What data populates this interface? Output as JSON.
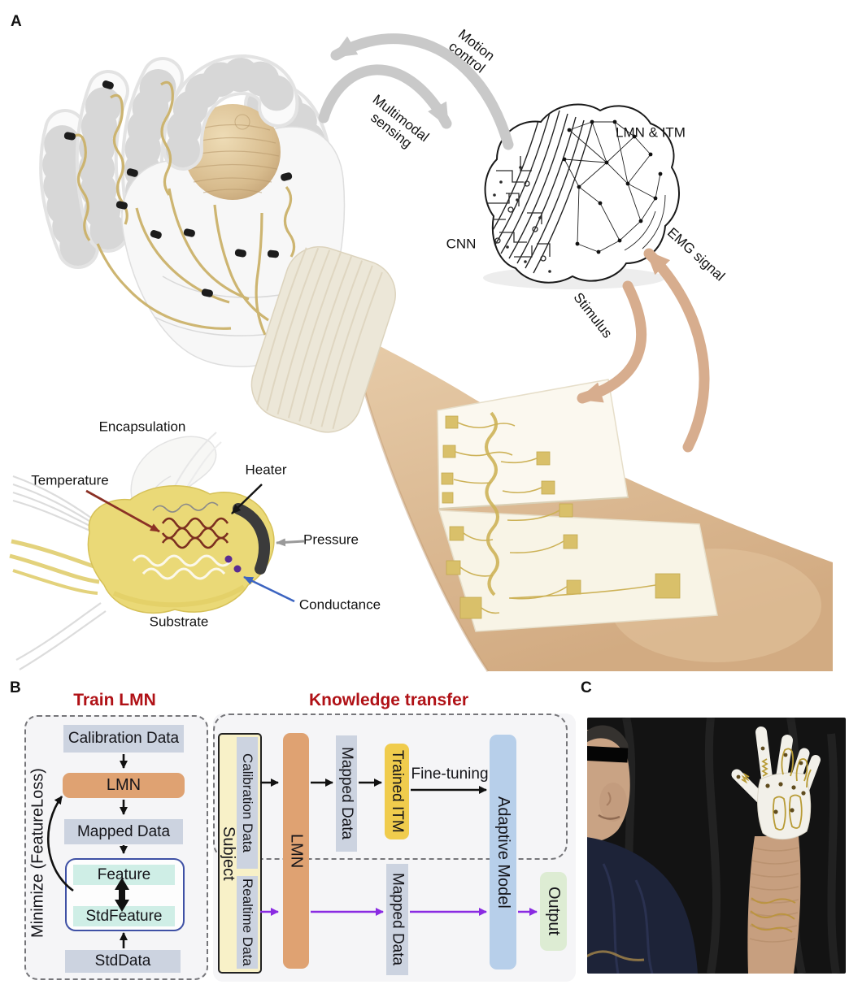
{
  "panels": {
    "a": "A",
    "b": "B",
    "c": "C"
  },
  "panel_a": {
    "flow_labels": {
      "motion_control": "Motion\ncontrol",
      "multimodal_sensing": "Multimodal\nsensing",
      "emg_signal": "EMG signal",
      "stimulus": "Stimulus"
    },
    "brain_labels": {
      "lmn_itm": "LMN & ITM",
      "cnn": "CNN"
    },
    "sensor_labels": {
      "encapsulation": "Encapsulation",
      "temperature": "Temperature",
      "heater": "Heater",
      "pressure": "Pressure",
      "conductance": "Conductance",
      "substrate": "Substrate"
    }
  },
  "panel_b": {
    "train_lmn": {
      "title": "Train LMN",
      "side_label": "Minimize (FeatureLoss)",
      "calibration_data": "Calibration Data",
      "lmn": "LMN",
      "mapped_data": "Mapped Data",
      "feature": "Feature",
      "std_feature": "StdFeature",
      "std_data": "StdData"
    },
    "knowledge_transfer": {
      "title": "Knowledge transfer",
      "subject": "Subject",
      "calibration_data": "Calibration Data",
      "realtime_data": "Realtime Data",
      "lmn": "LMN",
      "mapped_data_upper": "Mapped Data",
      "trained_itm": "Trained ITM",
      "fine_tuning": "Fine-tuning",
      "adaptive_model": "Adaptive Model",
      "mapped_data_lower": "Mapped Data",
      "output": "Output"
    }
  },
  "colors": {
    "section_title_red": "#b01116",
    "lmn_orange": "#dfa272",
    "data_gray_blue": "#ccd3e0",
    "feature_mint": "#cfeee6",
    "feature_border_blue": "#3f51a5",
    "trained_itm_yellow": "#f0cc4d",
    "adaptive_model_blue": "#b7cfea",
    "output_green": "#ddecd3",
    "subject_cream": "#f8f1c8",
    "purple_arrow": "#8a2be2",
    "tan_arrow": "#d7ad8e",
    "gray_arrow": "#c9c9c9",
    "temperature_arrow_red": "#8b3125",
    "conductance_arrow_blue": "#3c64c0"
  }
}
